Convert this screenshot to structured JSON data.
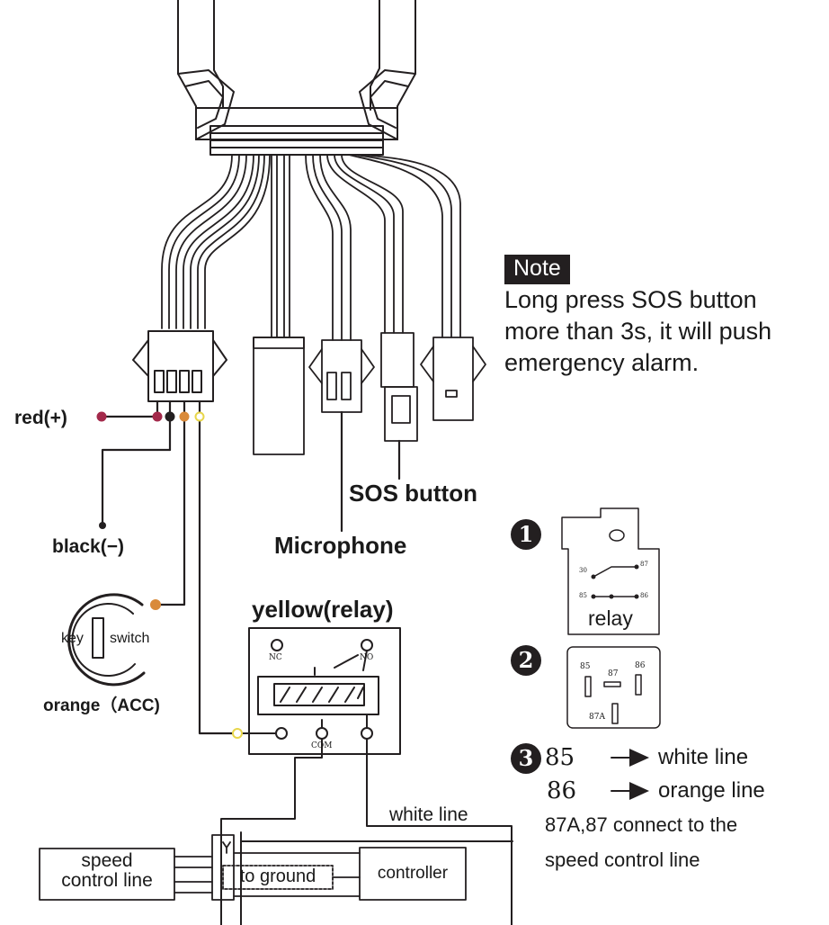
{
  "note": {
    "tag": "Note",
    "lines": [
      "Long press SOS button",
      "more than 3s, it will push",
      "emergency alarm."
    ]
  },
  "wires": {
    "red": "red(+)",
    "black": "black(−)",
    "orange": "orange（ACC)",
    "white": "white line"
  },
  "components": {
    "sos": "SOS button",
    "microphone": "Microphone",
    "yellow_relay": "yellow(relay)",
    "key": "key",
    "switch": "switch",
    "relay_pins": {
      "nc": "NC",
      "no": "NO",
      "com": "COM"
    },
    "speed_control": [
      "speed",
      "control line"
    ],
    "to_ground": "to ground",
    "controller": "controller"
  },
  "relay_figures": {
    "fig1": {
      "number": "1",
      "label": "relay",
      "pins": [
        "30",
        "87",
        "85",
        "86"
      ]
    },
    "fig2": {
      "number": "2",
      "pins": [
        "85",
        "87",
        "86",
        "87A"
      ]
    },
    "fig3": {
      "number": "3",
      "rows": [
        {
          "pin": "85",
          "text": "white line"
        },
        {
          "pin": "86",
          "text": "orange line"
        }
      ],
      "text_lines": [
        "87A,87 connect to the",
        "speed control line"
      ]
    }
  },
  "colors": {
    "ink": "#231f20",
    "red_dot": "#a3294a",
    "orange_dot": "#d98a3a",
    "yellow_dot": "#e8d64a"
  }
}
